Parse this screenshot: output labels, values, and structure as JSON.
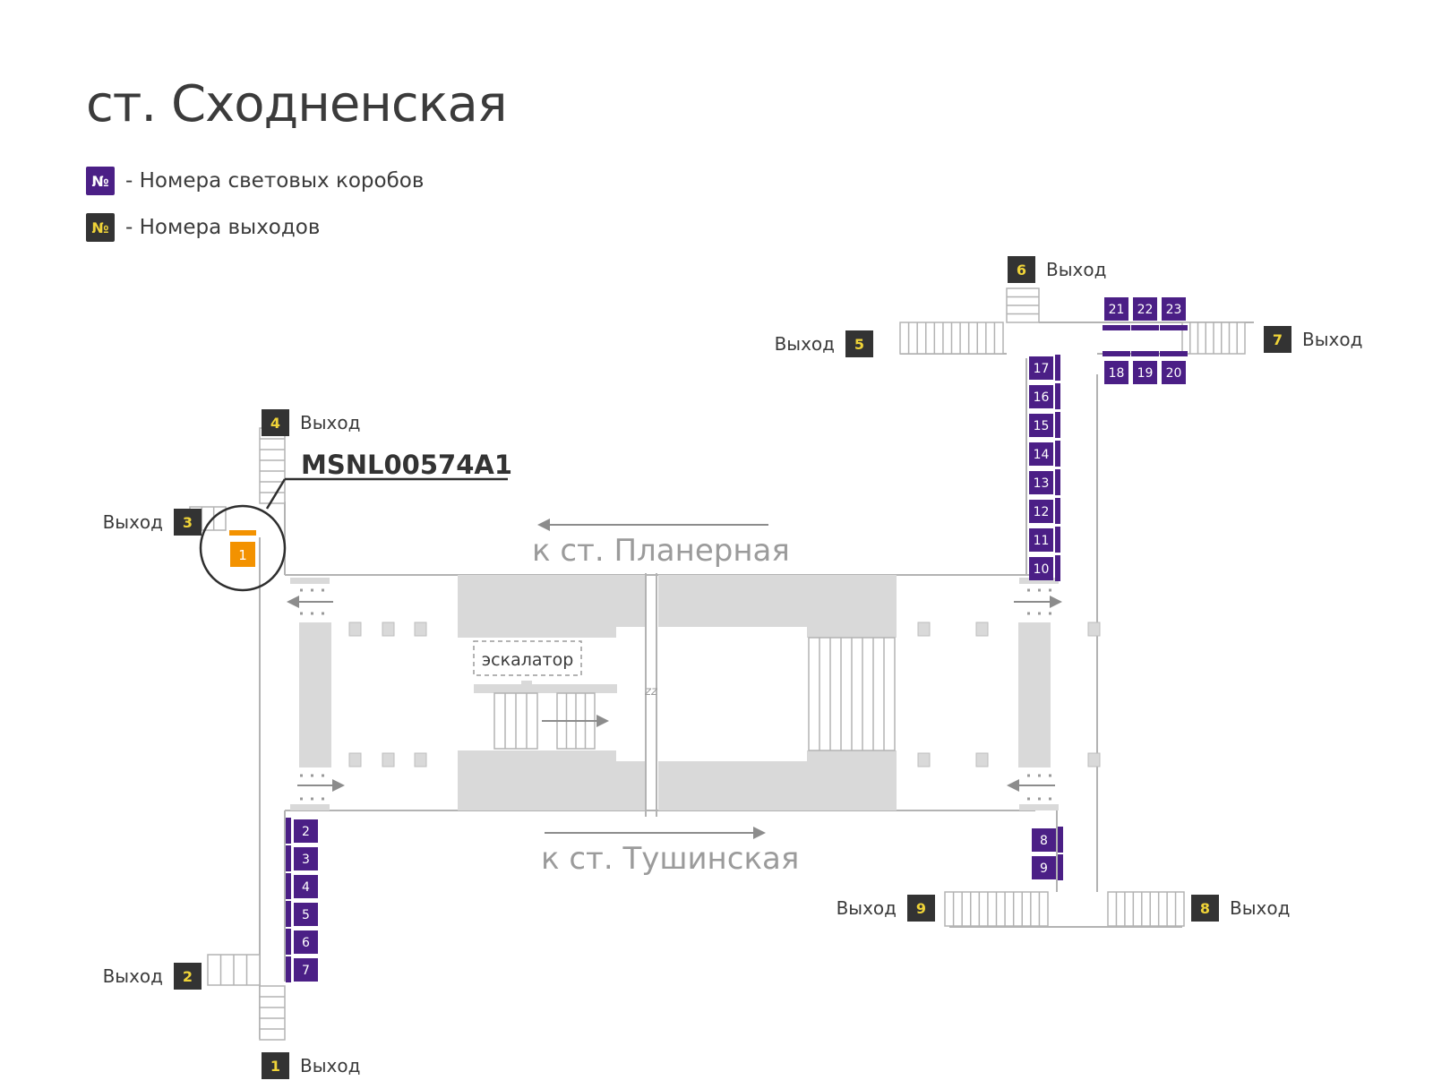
{
  "station_title": "ст. Сходненская",
  "legend": {
    "lightbox_symbol": "№",
    "lightbox_label": "- Номера световых коробов",
    "exit_symbol": "№",
    "exit_label": "- Номера выходов"
  },
  "exit_word": "Выход",
  "exits": [
    "1",
    "2",
    "3",
    "4",
    "5",
    "6",
    "7",
    "8",
    "9"
  ],
  "lightboxes": [
    "2",
    "3",
    "4",
    "5",
    "6",
    "7",
    "8",
    "9",
    "10",
    "11",
    "12",
    "13",
    "14",
    "15",
    "16",
    "17",
    "18",
    "19",
    "20",
    "21",
    "22",
    "23"
  ],
  "highlight": {
    "number": "1",
    "code": "MSNL00574A1"
  },
  "directions": {
    "top": "к ст. Планерная",
    "bottom": "к ст. Тушинская"
  },
  "escalator_label": "эскалатор",
  "break_mark": "zz",
  "colors": {
    "lightbox": "#4b1f86",
    "exit_bg": "#333333",
    "exit_text": "#f0d438",
    "highlight": "#f39200",
    "structure": "#d9d9d9",
    "line": "#b3b3b3",
    "text": "#3b3b3b"
  }
}
